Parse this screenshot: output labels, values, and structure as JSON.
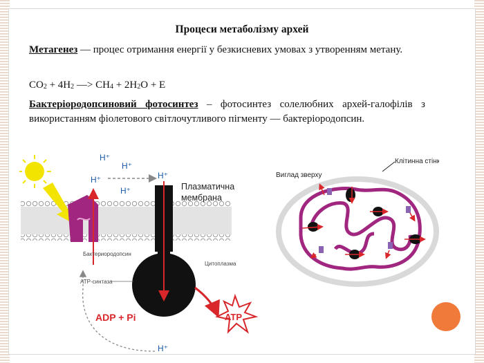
{
  "slide": {
    "title": "Процеси метаболізму архей",
    "paragraphs": {
      "metanogenesis_term": "Метагенез",
      "metanogenesis_text": " — процес отримання енергії у безкисневих умовах з утворенням метану.",
      "equation": {
        "a": "CO",
        "a_sub": "2",
        "b": " + 4H",
        "b_sub": "2",
        "c": " —> CH",
        "c_sub": "4",
        "d": " + 2H",
        "d_sub": "2",
        "e": "O + E"
      },
      "bacterio_term": "Бактеріородопсиновий фотосинтез",
      "bacterio_text": " – фотосинтез солелюбних архей-галофілів з використанням фіолетового світлочутливого пігменту — бактеріородопсин."
    }
  },
  "left_diagram": {
    "h_plus": "H⁺",
    "membrane_label_1": "Плазматична",
    "membrane_label_2": "мембрана",
    "bacteriorhodopsin": "Бактериородопсин",
    "atp_synthase": "ATP-синтаза",
    "cytoplasm": "Цитоплазма",
    "adp_pi": "ADP + Pi",
    "atp": "ATP"
  },
  "right_diagram": {
    "top_view": "Виглад зверху",
    "cell_wall": "Клітинна стінка"
  },
  "colors": {
    "accent_orange": "#f07a3a",
    "membrane_purple": "#a0267f",
    "arrow_red": "#d8262a",
    "sun_yellow": "#f3e400"
  }
}
